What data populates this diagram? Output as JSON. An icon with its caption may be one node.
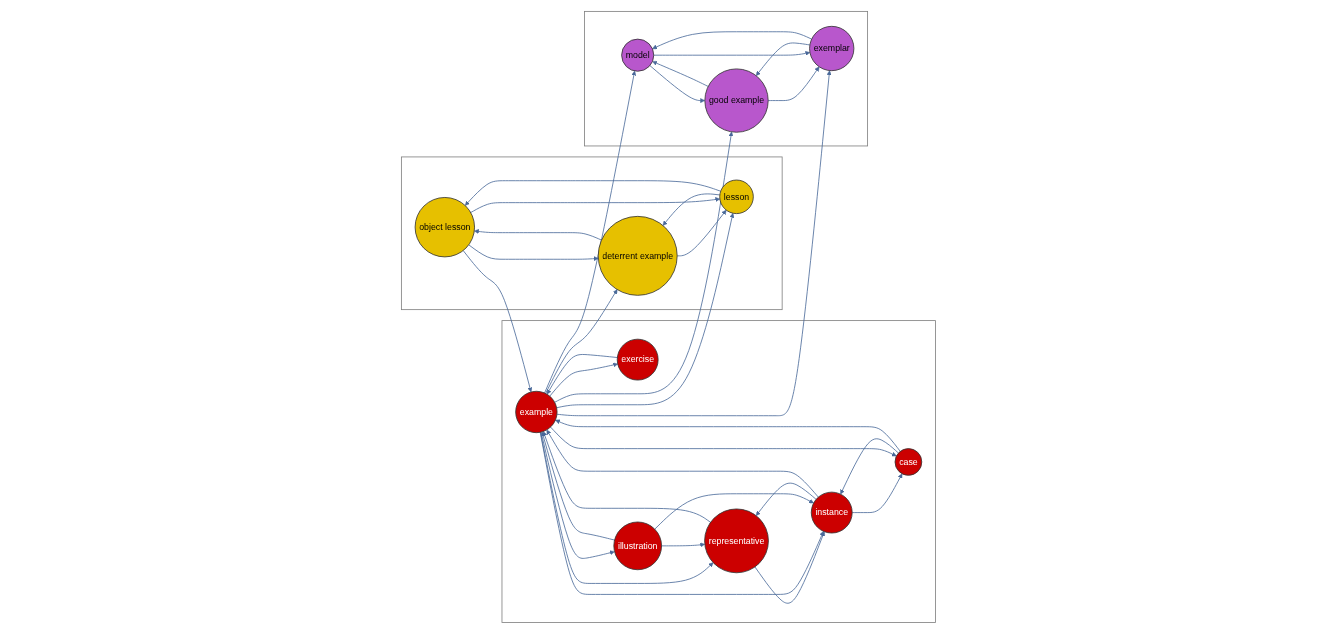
{
  "diagram": {
    "nodes": [
      {
        "text": [],
        "shape": "box"
      },
      {
        "text": [
          "object lesson"
        ],
        "in": 0
      },
      {
        "text": [
          "deterrent example"
        ],
        "in": 0
      },
      {
        "text": [
          "lesson"
        ],
        "in": 0
      },
      {
        "text": [],
        "shape": "box"
      },
      {
        "text": [
          "exercise"
        ],
        "in": 4
      },
      {
        "text": [
          "representative"
        ],
        "in": 4
      },
      {
        "text": [
          "example"
        ],
        "in": 4
      },
      {
        "text": [
          "illustration"
        ],
        "in": 4
      },
      {
        "text": [
          "instance"
        ],
        "in": 4
      },
      {
        "text": [
          "case"
        ],
        "in": 4
      },
      {
        "text": [],
        "shape": "box"
      },
      {
        "text": [
          "model"
        ],
        "in": 11
      },
      {
        "text": [
          "good example"
        ],
        "in": 11
      },
      {
        "text": [
          "exemplar"
        ],
        "in": 11
      }
    ],
    "edges": [
      {
        "from": 1,
        "to": 2,
        "arrow": "to"
      },
      {
        "from": 2,
        "to": 1,
        "arrow": "to"
      },
      {
        "from": 2,
        "to": 3,
        "arrow": "to"
      },
      {
        "from": 3,
        "to": 2,
        "arrow": "to"
      },
      {
        "from": 1,
        "to": 3,
        "arrow": "to"
      },
      {
        "from": 3,
        "to": 1,
        "arrow": "to"
      },
      {
        "from": 7,
        "to": 5,
        "arrow": "to"
      },
      {
        "from": 5,
        "to": 7,
        "arrow": "to"
      },
      {
        "from": 6,
        "to": 7,
        "arrow": "to"
      },
      {
        "from": 7,
        "to": 6,
        "arrow": "to"
      },
      {
        "from": 6,
        "to": 9,
        "arrow": "to"
      },
      {
        "from": 9,
        "to": 6,
        "arrow": "to"
      },
      {
        "from": 7,
        "to": 9,
        "arrow": "to"
      },
      {
        "from": 9,
        "to": 7,
        "arrow": "to"
      },
      {
        "from": 7,
        "to": 8,
        "arrow": "to"
      },
      {
        "from": 8,
        "to": 7,
        "arrow": "to"
      },
      {
        "from": 8,
        "to": 6,
        "arrow": "to"
      },
      {
        "from": 8,
        "to": 9,
        "arrow": "to"
      },
      {
        "from": 9,
        "to": 10,
        "arrow": "to"
      },
      {
        "from": 10,
        "to": 9,
        "arrow": "to"
      },
      {
        "from": 7,
        "to": 10,
        "arrow": "to"
      },
      {
        "from": 10,
        "to": 7,
        "arrow": "to"
      },
      {
        "from": 1,
        "to": 7,
        "arrow": "to"
      },
      {
        "from": 7,
        "to": 2,
        "arrow": "to"
      },
      {
        "from": 7,
        "to": 3,
        "arrow": "to"
      },
      {
        "from": 7,
        "to": 12,
        "arrow": "to"
      },
      {
        "from": 7,
        "to": 13,
        "arrow": "to"
      },
      {
        "from": 7,
        "to": 14,
        "arrow": "to"
      },
      {
        "from": 12,
        "to": 13,
        "arrow": "to"
      },
      {
        "from": 13,
        "to": 12,
        "arrow": "to"
      },
      {
        "from": 13,
        "to": 14,
        "arrow": "to"
      },
      {
        "from": 14,
        "to": 13,
        "arrow": "to"
      },
      {
        "from": 14,
        "to": 12,
        "arrow": "to"
      },
      {
        "from": 12,
        "to": 14,
        "arrow": "to"
      }
    ]
  }
}
